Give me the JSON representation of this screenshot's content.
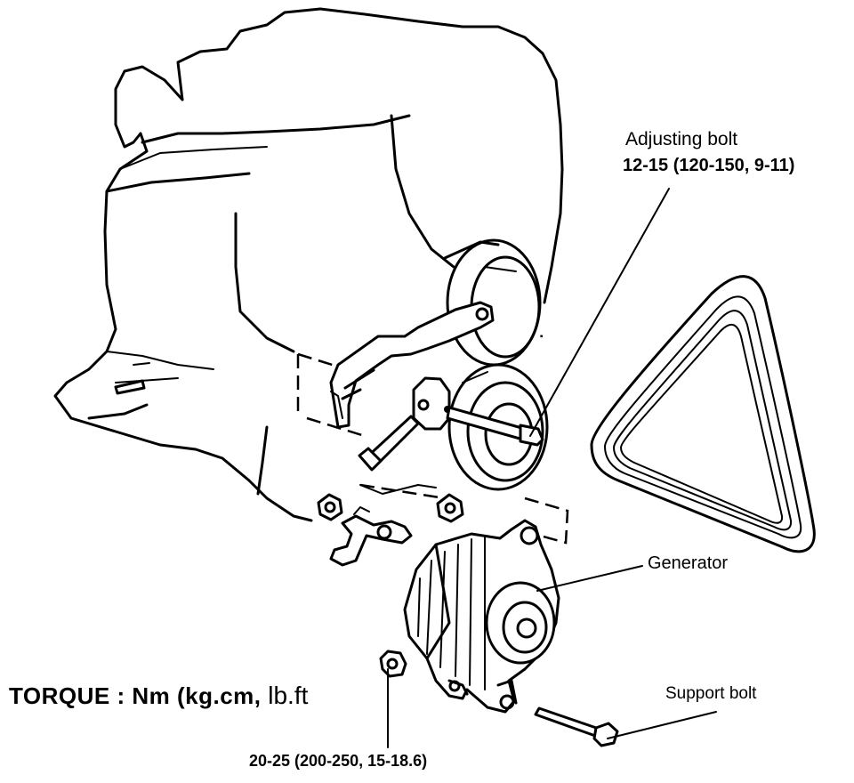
{
  "labels": {
    "adjusting_bolt": {
      "name": "Adjusting bolt",
      "torque": "12-15 (120-150, 9-11)"
    },
    "generator": "Generator",
    "support_bolt": "Support bolt",
    "torque_title": {
      "main": "TORQUE : Nm (kg.cm,",
      "unit": "lb.ft"
    },
    "support_bolt_torque": "20-25 (200-250, 15-18.6)"
  }
}
